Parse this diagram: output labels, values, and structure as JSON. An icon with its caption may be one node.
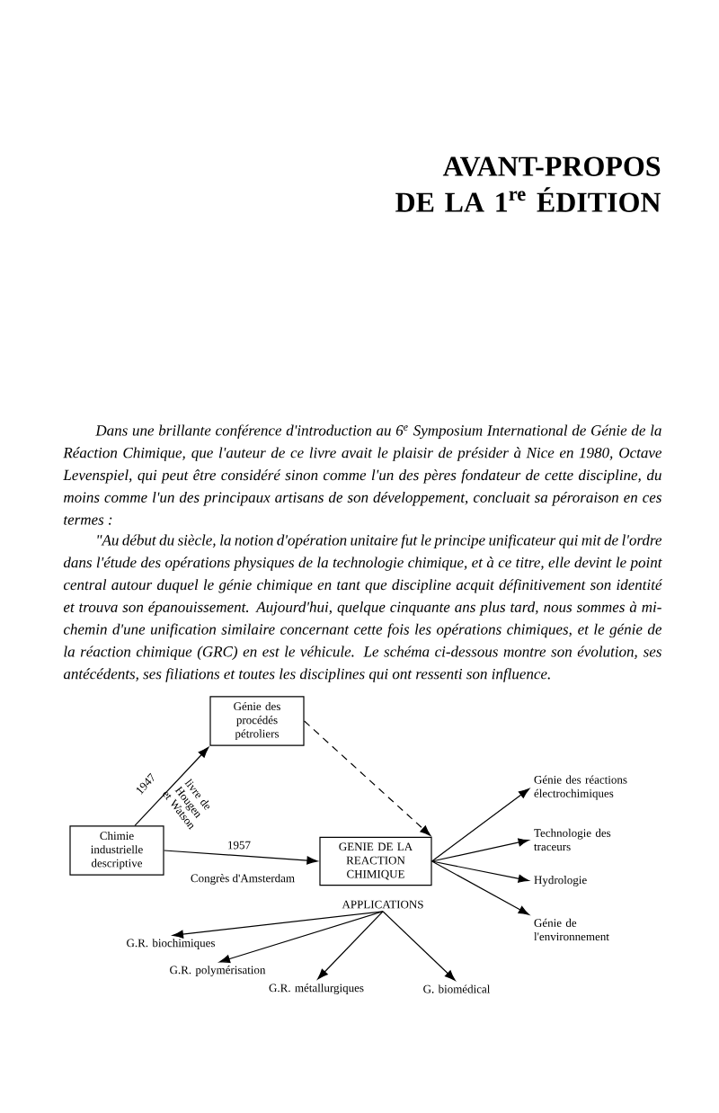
{
  "diagram": {
    "title": "AVANT-PROPOS DE LA 1$^{re}$ ÉDITION",
    "nodes": [
      {
        "text": [
          "Chimie industrielle descriptive"
        ]
      },
      {
        "text": [
          "Génie des procédés pétroliers"
        ]
      },
      {
        "text": [
          "GENIE DE LA REACTION CHIMIQUE"
        ]
      },
      {
        "text": [
          "APPLICATIONS"
        ]
      },
      {
        "text": [
          "Génie des réactions électrochimiques"
        ]
      },
      {
        "text": [
          "Technologie des traceurs"
        ]
      },
      {
        "text": [
          "Hydrologie"
        ]
      },
      {
        "text": [
          "Génie de l'environnement"
        ]
      },
      {
        "text": [
          "G.R. biochimiques"
        ]
      },
      {
        "text": [
          "G.R. polymérisation"
        ]
      },
      {
        "text": [
          "G.R. métallurgiques"
        ]
      },
      {
        "text": [
          "G. biomédical"
        ]
      }
    ],
    "edges": [
      {
        "from": 0,
        "to": 1,
        "arrow": "to",
        "label": "1947"
      },
      {
        "from": 1,
        "to": 2,
        "arrow": "to",
        "style": "dashed"
      },
      {
        "from": 0,
        "to": 2,
        "arrow": "to",
        "label": "1957"
      },
      {
        "from": 2,
        "to": 4,
        "arrow": "to"
      },
      {
        "from": 2,
        "to": 5,
        "arrow": "to"
      },
      {
        "from": 2,
        "to": 6,
        "arrow": "to"
      },
      {
        "from": 2,
        "to": 7,
        "arrow": "to"
      },
      {
        "from": 3,
        "to": 8,
        "arrow": "to"
      },
      {
        "from": 3,
        "to": 9,
        "arrow": "to"
      },
      {
        "from": 3,
        "to": 10,
        "arrow": "to"
      },
      {
        "from": 3,
        "to": 11,
        "arrow": "to"
      }
    ],
    "labels": [
      "Dans une brillante conférence d'introduction au 6$^{e}$ Symposium International de Génie de la Réaction Chimique, que l'auteur de ce livre avait le plaisir de présider à Nice en 1980, Octave Levenspiel, qui peut être considéré sinon comme l'un des pères fondateur de cette discipline, du moins comme l'un des principaux artisans de son développement, concluait sa péroraison en ces termes :",
      "\"Au début du siècle, la notion d'opération unitaire fut le principe unificateur qui mit de l'ordre dans l'étude des opérations physiques de la technologie chimique, et à ce titre, elle devint le point central autour duquel le génie chimique en tant que discipline acquit définitivement son identité et trouva son épanouissement. Aujourd'hui, quelque cinquante ans plus tard, nous sommes à mi-chemin d'une unification similaire concernant cette fois les opérations chimiques, et le génie de la réaction chimique (GRC) en est le véhicule. Le schéma ci-dessous montre son évolution, ses antécédents, ses filiations et toutes les disciplines qui ont ressenti son influence.",
      "livre de Hougen et Watson",
      "Congrès d'Amsterdam"
    ]
  }
}
